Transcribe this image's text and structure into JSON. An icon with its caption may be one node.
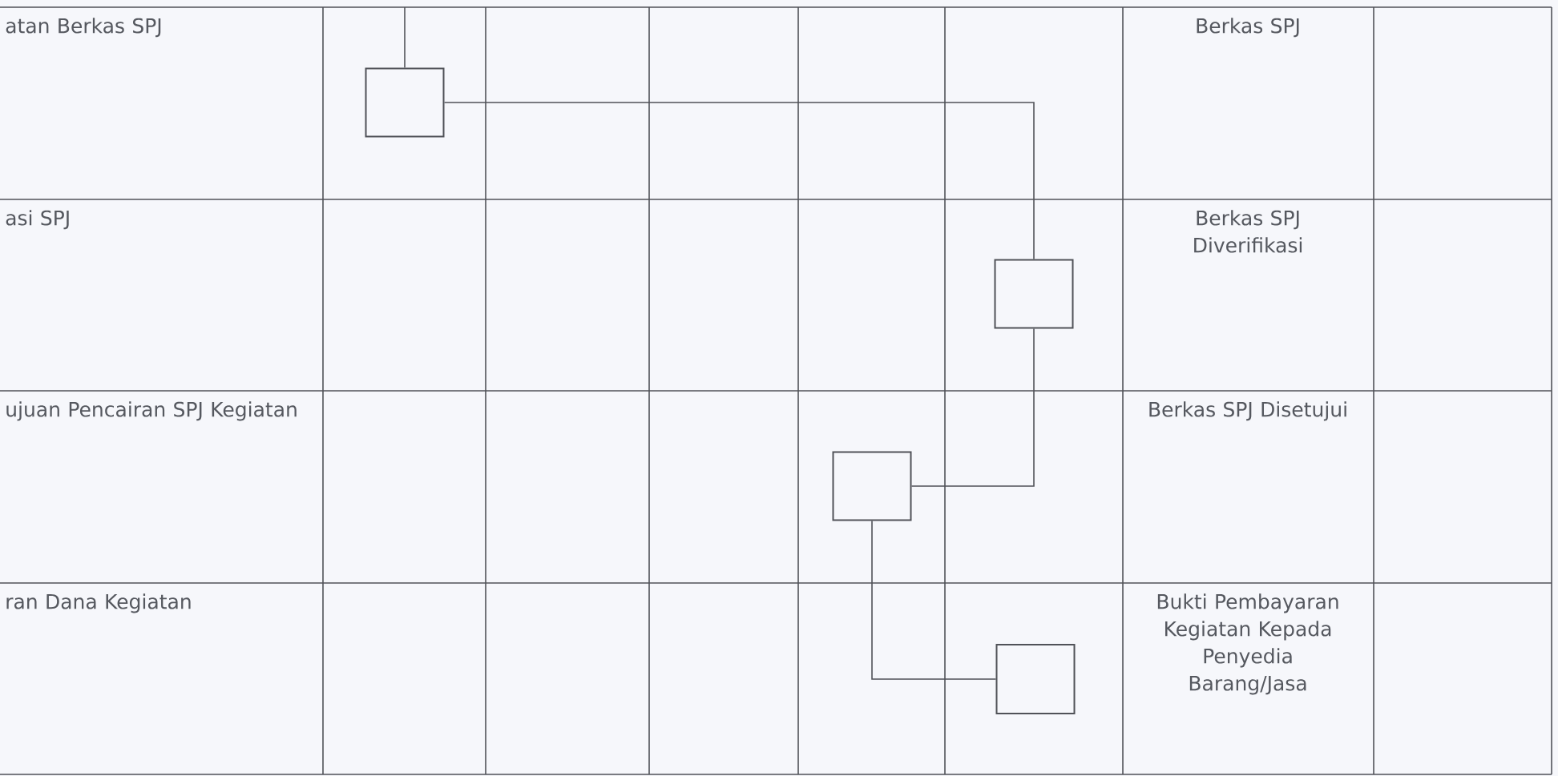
{
  "diagram": {
    "nodes": [
      {
        "text": [],
        "shape": "box"
      },
      {
        "text": [],
        "shape": "box"
      },
      {
        "text": [],
        "shape": "box"
      },
      {
        "text": [],
        "shape": "box"
      }
    ],
    "edges": [
      {
        "from": null,
        "to": 0,
        "arrow": "none"
      },
      {
        "from": 0,
        "to": 1,
        "arrow": "none"
      },
      {
        "from": 1,
        "to": 2,
        "arrow": "none"
      },
      {
        "from": 2,
        "to": 3,
        "arrow": "none"
      }
    ],
    "labels": [
      "atan Berkas SPJ",
      "Berkas SPJ",
      "asi SPJ",
      "Berkas SPJ Diverifikasi",
      "ujuan Pencairan SPJ Kegiatan",
      "Berkas SPJ Disetujui",
      "ran Dana Kegiatan",
      "Bukti Pembayaran Kegiatan Kepada Penyedia Barang/Jasa"
    ]
  }
}
